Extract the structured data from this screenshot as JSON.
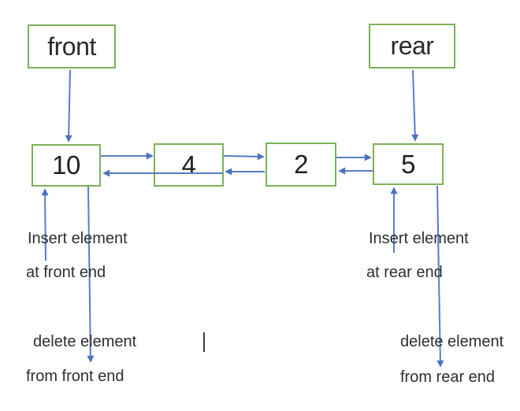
{
  "pointers": {
    "front": "front",
    "rear": "rear"
  },
  "nodes": [
    {
      "value": "10"
    },
    {
      "value": "4"
    },
    {
      "value": "2"
    },
    {
      "value": "5"
    }
  ],
  "annotations": {
    "insert_front": {
      "line1": "Insert element",
      "line2": "at front end"
    },
    "delete_front": {
      "line1": "delete element",
      "line2": "from front end"
    },
    "insert_rear": {
      "line1": "Insert element",
      "line2": "at rear end"
    },
    "delete_rear": {
      "line1": "delete element",
      "line2": "from rear end"
    }
  },
  "edges": [
    "front → 10",
    "rear → 5",
    "10 ↔ 4",
    "4 ↔ 2",
    "2 ↔ 5",
    "insert ↑ into 10 (front end)",
    "delete ↓ out of 10 (front end)",
    "insert ↑ into 5 (rear end)",
    "delete ↓ out of 5 (rear end)"
  ],
  "colors": {
    "box_border": "#7cb159",
    "arrow": "#5b7bc8",
    "text": "#2e2e2e"
  }
}
